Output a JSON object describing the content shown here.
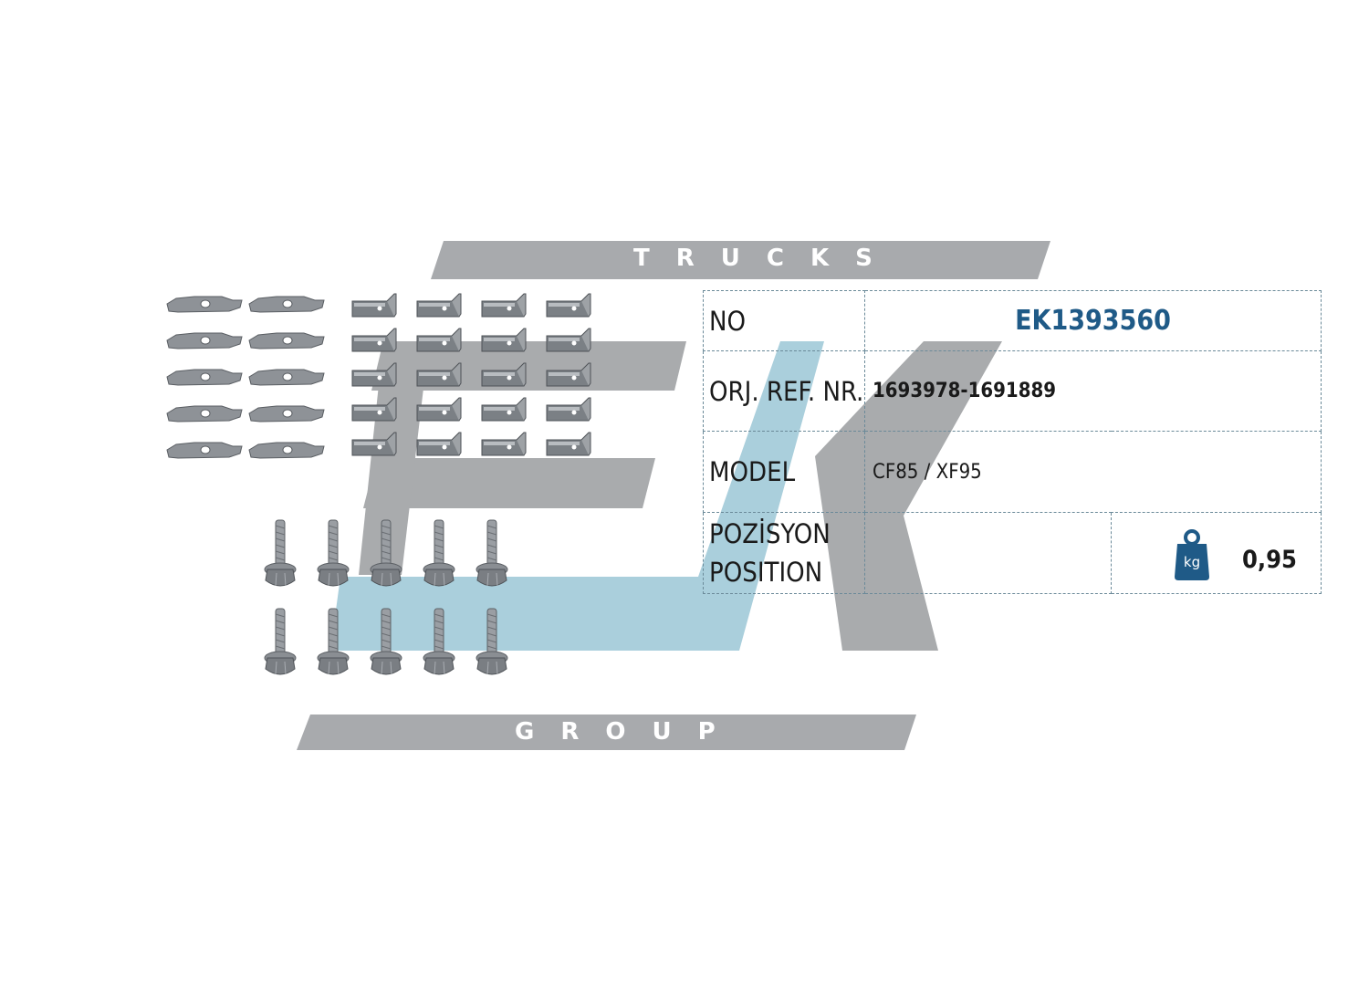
{
  "brand": {
    "top_word": "TRUCKS",
    "bottom_word": "GROUP"
  },
  "colors": {
    "band_grey": "#a8aaad",
    "logo_grey": "#a9abad",
    "logo_light_blue": "#aacfdc",
    "accent_blue": "#1f5a87",
    "table_border": "#6b8a99"
  },
  "product_image": {
    "clips_count": 10,
    "brackets_count": 20,
    "bolts_count": 10
  },
  "spec_table": {
    "no_label": "NO",
    "no_value": "EK1393560",
    "ref_label": "ORJ. REF. NR.",
    "ref_value": "1693978-1691889",
    "model_label": "MODEL",
    "model_value": "CF85 / XF95",
    "position_label_tr": "POZİSYON",
    "position_label_en": "POSITION",
    "position_value": "",
    "weight_icon": "weight-kg-icon",
    "weight_icon_text": "kg",
    "weight_value": "0,95"
  }
}
